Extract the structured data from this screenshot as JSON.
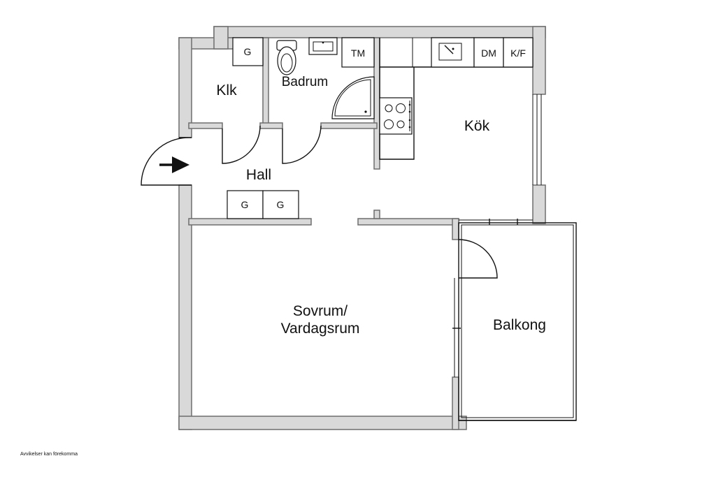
{
  "rooms": {
    "klk": "Klk",
    "badrum": "Badrum",
    "kok": "Kök",
    "hall": "Hall",
    "sovrum_line1": "Sovrum/",
    "sovrum_line2": "Vardagsrum",
    "balkong": "Balkong"
  },
  "fixtures": {
    "klk_wardrobe": "G",
    "hall_wardrobe_1": "G",
    "hall_wardrobe_2": "G",
    "washing_machine": "TM",
    "dishwasher": "DM",
    "fridge_freezer": "K/F"
  },
  "icons": {
    "entrance": "arrow-right-icon",
    "toilet": "toilet-icon",
    "sink": "sink-icon",
    "shower": "shower-icon",
    "stove": "stove-icon",
    "kitchen_sink": "kitchen-sink-icon"
  },
  "colors": {
    "wall_fill": "#d9d9d9",
    "wall_stroke": "#6e6e6e",
    "line": "#111111",
    "background": "#ffffff"
  },
  "footnote": "Avvikelser kan förekomma"
}
